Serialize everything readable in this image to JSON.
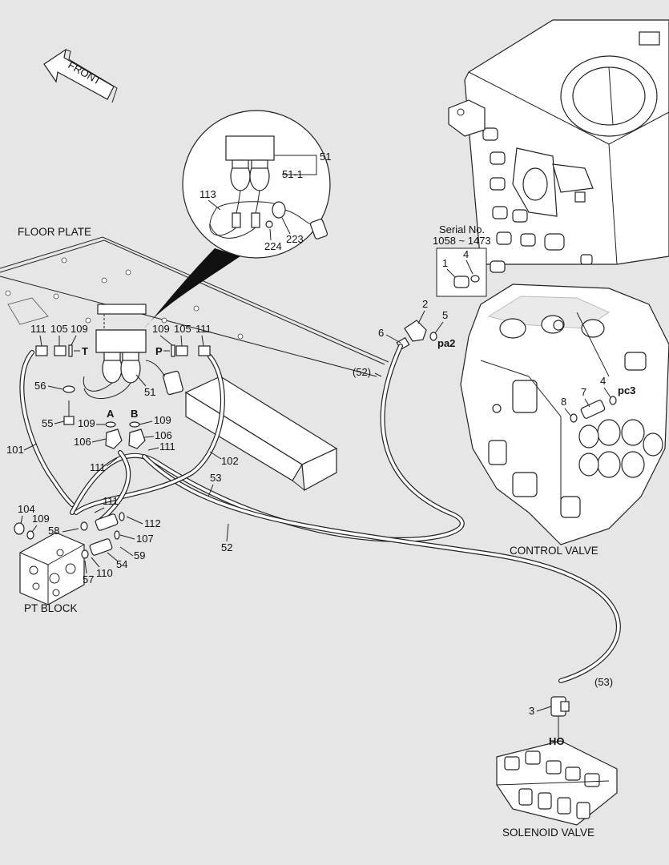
{
  "labels": {
    "front": "FRONT",
    "floor_plate": "FLOOR PLATE",
    "pt_block": "PT BLOCK",
    "control_valve": "CONTROL VALVE",
    "solenoid_valve": "SOLENOID VALVE",
    "serial_title": "Serial No.",
    "serial_range": "1058 ~ 1473"
  },
  "port_labels": {
    "t": "T",
    "p": "P",
    "a": "A",
    "b": "B",
    "pa2": "pa2",
    "pc3": "pc3",
    "ho": "HO"
  },
  "part_numbers": {
    "p51": "51",
    "p51_1": "51-1",
    "p113": "113",
    "p224": "224",
    "p223": "223",
    "p111_l": "111",
    "p105_l": "105",
    "p109_l": "109",
    "p109_r": "109",
    "p105_r": "105",
    "p111_r": "111",
    "p56": "56",
    "p55": "55",
    "p51b": "51",
    "p109_a": "109",
    "p109_b": "109",
    "p106_a": "106",
    "p106_b": "106",
    "p111_c": "111",
    "p111_d": "111",
    "p101": "101",
    "p102": "102",
    "p53": "53",
    "p52": "52",
    "p111_e": "111",
    "p112": "112",
    "p104": "104",
    "p109_c": "109",
    "p58": "58",
    "p107": "107",
    "p59": "59",
    "p54": "54",
    "p110": "110",
    "p57": "57",
    "p1": "1",
    "p4a": "4",
    "p2": "2",
    "p5": "5",
    "p6": "6",
    "p52p": "(52)",
    "p4b": "4",
    "p7": "7",
    "p8": "8",
    "p53p": "(53)",
    "p3": "3"
  }
}
